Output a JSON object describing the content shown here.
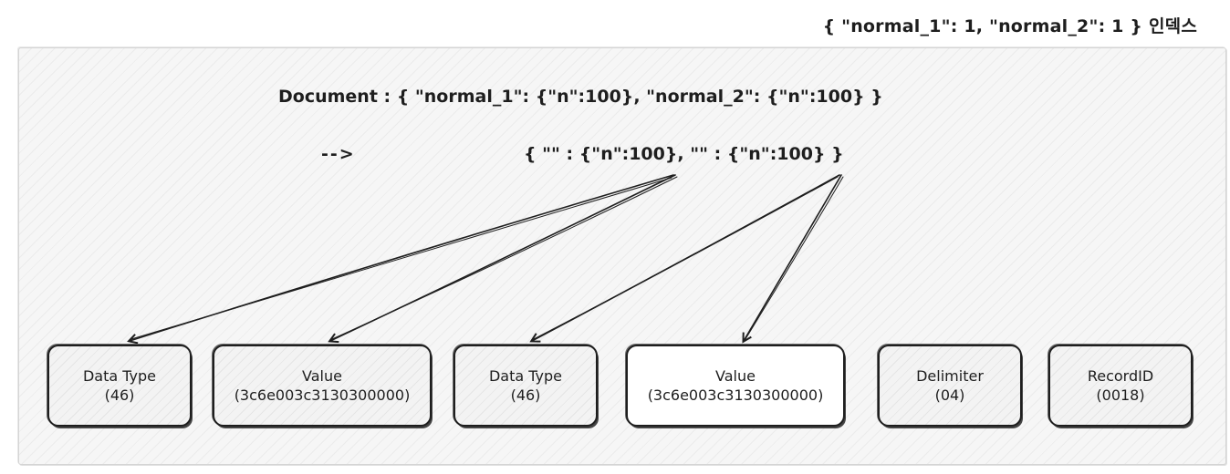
{
  "title": "{ \"normal_1\": 1, \"normal_2\": 1 } 인덱스",
  "document_line": "Document : { \"normal_1\": {\"n\":100}, \"normal_2\": {\"n\":100} }",
  "arrow_text": "-->",
  "transformed_line": "{ \"\" : {\"n\":100}, \"\" : {\"n\":100} }",
  "boxes": [
    {
      "label": "Data Type",
      "value": "(46)"
    },
    {
      "label": "Value",
      "value": "(3c6e003c3130300000)"
    },
    {
      "label": "Data Type",
      "value": "(46)"
    },
    {
      "label": "Value",
      "value": "(3c6e003c3130300000)"
    },
    {
      "label": "Delimiter",
      "value": "(04)"
    },
    {
      "label": "RecordID",
      "value": "(0018)"
    }
  ]
}
